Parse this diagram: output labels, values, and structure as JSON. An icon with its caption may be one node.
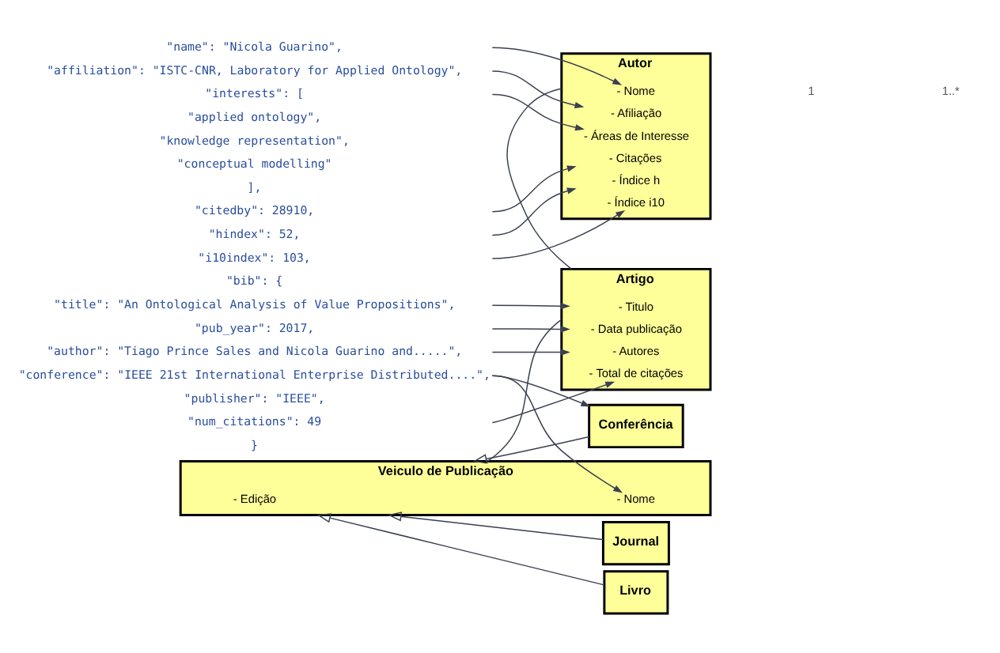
{
  "diagram": {
    "nodes": [
      {
        "text": [
          "\"name\": \"Nicola Guarino\","
        ]
      },
      {
        "text": [
          "\"affiliation\": \"ISTC-CNR, Laboratory for Applied Ontology\","
        ]
      },
      {
        "text": [
          "\"interests\": ["
        ]
      },
      {
        "text": [
          "\"citedby\": 28910,"
        ]
      },
      {
        "text": [
          "\"hindex\": 52,"
        ]
      },
      {
        "text": [
          "\"i10index\": 103,"
        ]
      },
      {
        "text": [
          "\"title\": \"An Ontological Analysis of Value Propositions\","
        ]
      },
      {
        "text": [
          "\"pub_year\": 2017,"
        ]
      },
      {
        "text": [
          "\"author\": \"Tiago Prince Sales and Nicola Guarino and.....\","
        ]
      },
      {
        "text": [
          "\"conference\": \"IEEE 21st International Enterprise Distributed....\","
        ]
      },
      {
        "text": [
          "\"num_citations\": 49"
        ]
      },
      {
        "text": [
          "Autor"
        ]
      },
      {
        "text": [
          "- Nome"
        ],
        "in": 11
      },
      {
        "text": [
          "- Afiliação"
        ],
        "in": 11
      },
      {
        "text": [
          "- Áreas de Interesse"
        ],
        "in": 11
      },
      {
        "text": [
          "- Citações"
        ],
        "in": 11
      },
      {
        "text": [
          "- Índice h"
        ],
        "in": 11
      },
      {
        "text": [
          "- Índice i10"
        ],
        "in": 11
      },
      {
        "text": [
          "Artigo"
        ]
      },
      {
        "text": [
          "- Titulo"
        ],
        "in": 18
      },
      {
        "text": [
          "- Autores"
        ],
        "in": 18
      },
      {
        "text": [
          "- Data publicação"
        ],
        "in": 18
      },
      {
        "text": [
          "- Total de citações"
        ],
        "in": 18
      },
      {
        "text": [
          "Veiculo de Publicação"
        ]
      },
      {
        "text": [
          "- Edição"
        ],
        "in": 23
      },
      {
        "text": [
          "- Nome"
        ],
        "in": 23
      },
      {
        "text": [
          "Journal"
        ]
      },
      {
        "text": [
          "Livro"
        ]
      },
      {
        "text": [
          "Conferência"
        ]
      }
    ],
    "edges": [
      {
        "from": 0,
        "to": 12,
        "arrow": "to"
      },
      {
        "from": 1,
        "to": 13,
        "arrow": "to"
      },
      {
        "from": 2,
        "to": 14,
        "arrow": "to"
      },
      {
        "from": 3,
        "to": 15,
        "arrow": "to"
      },
      {
        "from": 4,
        "to": 16,
        "arrow": "to"
      },
      {
        "from": 5,
        "to": 17,
        "arrow": "to"
      },
      {
        "from": 6,
        "to": 19,
        "arrow": "to"
      },
      {
        "from": 8,
        "to": 20,
        "arrow": "to"
      },
      {
        "from": 7,
        "to": 21,
        "arrow": "to"
      },
      {
        "from": 10,
        "to": 22,
        "arrow": "to"
      },
      {
        "from": 9,
        "to": 25,
        "arrow": "to"
      },
      {
        "from": 9,
        "to": 28,
        "arrow": "to"
      },
      {
        "from": 11,
        "to": 18,
        "arrow": "none"
      },
      {
        "from": 18,
        "to": 23,
        "arrow": "none"
      },
      {
        "from": 26,
        "to": 23,
        "arrow": "to"
      },
      {
        "from": 27,
        "to": 23,
        "arrow": "to"
      },
      {
        "from": 28,
        "to": 23,
        "arrow": "to"
      }
    ],
    "labels": [
      "\"applied ontology\",",
      "\"knowledge representation\",",
      "\"conceptual modelling\"",
      "],",
      "\"bib\": {",
      "\"publisher\": \"IEEE\",",
      "}",
      "1",
      "1..*"
    ]
  }
}
